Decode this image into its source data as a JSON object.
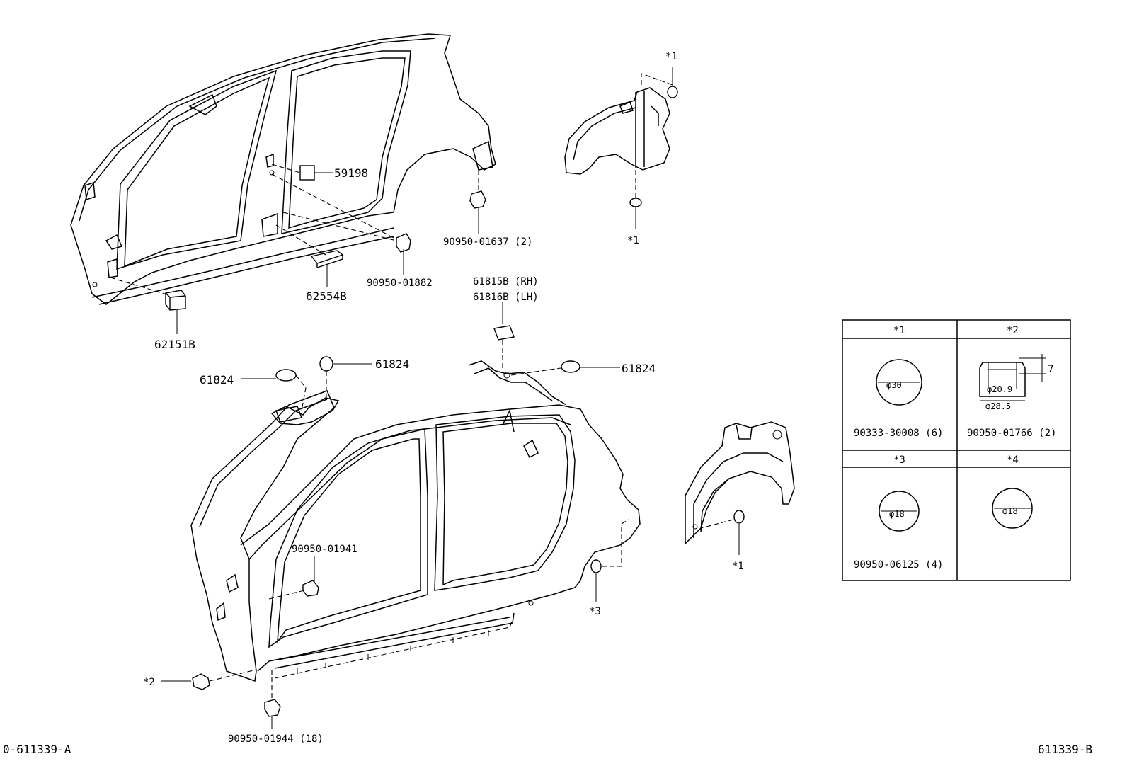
{
  "part_labels": {
    "p59198": "59198",
    "p90950_01637": "90950-01637 (2)",
    "p90950_01882": "90950-01882",
    "p62554B": "62554B",
    "p62151B": "62151B",
    "p61815B": "61815B (RH)",
    "p61816B": "61816B (LH)",
    "p61824_a": "61824",
    "p61824_b": "61824",
    "p61824_c": "61824",
    "p90950_01941": "90950-01941",
    "p90950_01944": "90950-01944 (18)"
  },
  "callouts": {
    "star1_top": "*1",
    "star1_mid": "*1",
    "star1_low": "*1",
    "star2": "*2",
    "star3": "*3"
  },
  "legend": {
    "cells": [
      {
        "header": "*1",
        "diameter": "φ30",
        "part": "90333-30008 (6)"
      },
      {
        "header": "*2",
        "inner": "φ20.9",
        "outer": "φ28.5",
        "height": "7",
        "part": "90950-01766 (2)"
      },
      {
        "header": "*3",
        "diameter": "φ18",
        "part": "90950-06125 (4)"
      },
      {
        "header": "*4",
        "diameter": "φ18",
        "part": ""
      }
    ]
  },
  "footer": {
    "left_code": "0-611339-A",
    "right_code": "611339-B"
  }
}
